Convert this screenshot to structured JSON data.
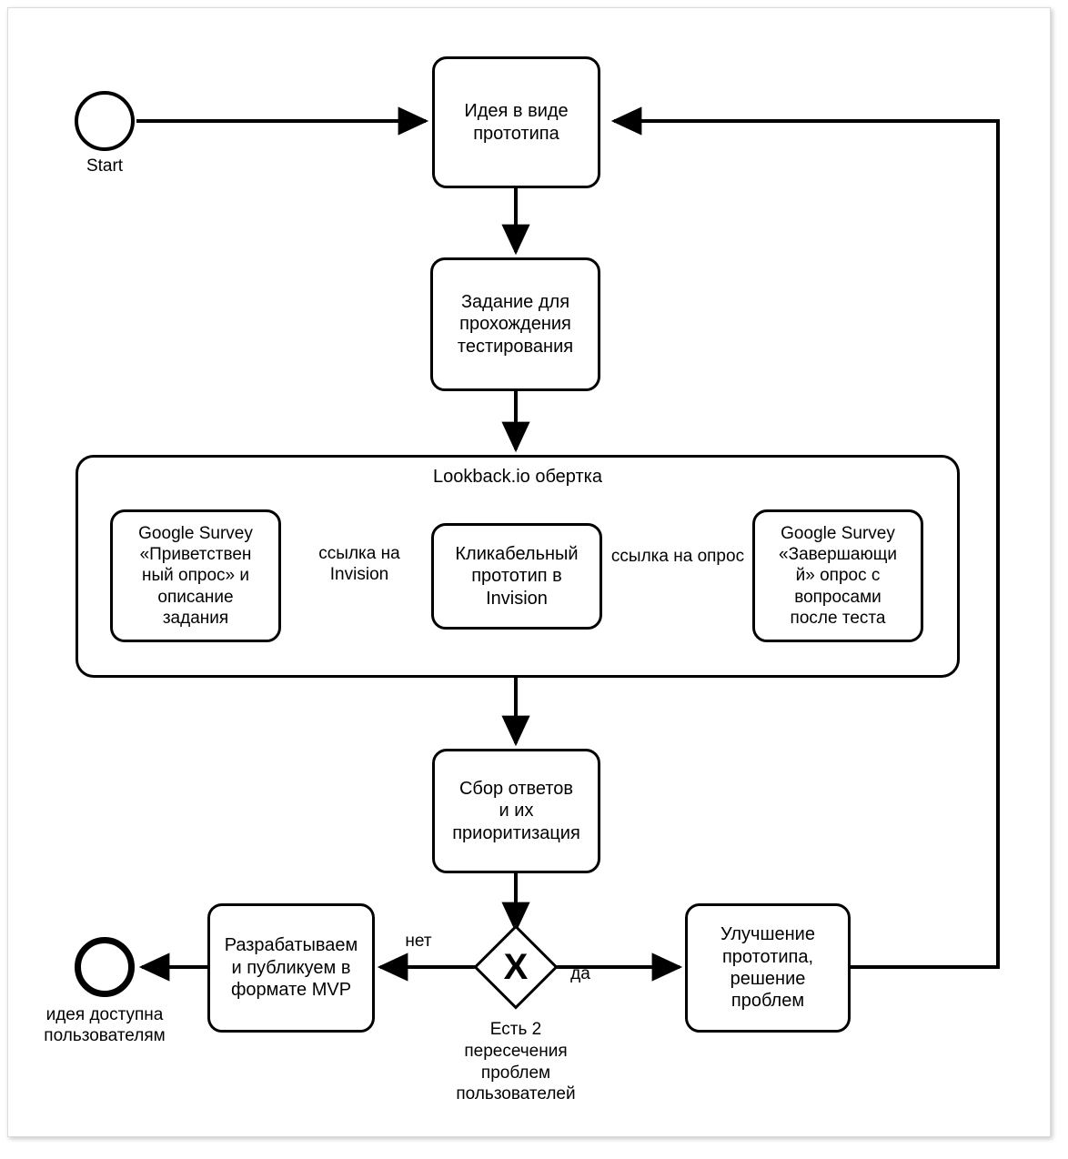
{
  "diagram": {
    "title": "Lookback.io обертка",
    "events": {
      "start": {
        "label": "Start"
      },
      "end": {
        "label": "идея доступна\nпользователям"
      }
    },
    "nodes": {
      "idea_prototype": {
        "label": "Идея в виде\nпрототипа"
      },
      "testing_task": {
        "label": "Задание для\nпрохождения\nтестирования"
      },
      "welcome_survey": {
        "label": "Google Survey\n«Приветствен\nный опрос» и\nописание\nзадания"
      },
      "clickable_prototype": {
        "label": "Кликабельный\nпрототип в\nInvision"
      },
      "final_survey": {
        "label": "Google Survey\n«Завершающи\nй» опрос с\nвопросами\nпосле теста"
      },
      "collect_answers": {
        "label": "Сбор ответов\nи их\nприоритизация"
      },
      "mvp": {
        "label": "Разрабатываем\nи публикуем в\nформате MVP"
      },
      "improve_prototype": {
        "label": "Улучшение\nпрототипа,\nрешение\nпроблем"
      }
    },
    "gateway": {
      "symbol": "X",
      "label": "Есть 2\nпересечения\nпроблем\nпользователей",
      "yes_label": "да",
      "no_label": "нет"
    },
    "edge_labels": {
      "link_to_invision": "ссылка на\nInvision",
      "link_to_survey": "ссылка на опрос"
    },
    "colors": {
      "stroke": "#000000",
      "background": "#ffffff",
      "frame": "#d8dcdc"
    }
  }
}
